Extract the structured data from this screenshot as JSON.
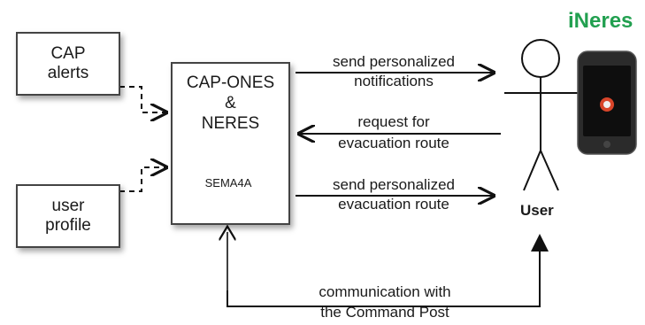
{
  "diagram": {
    "cap_alerts": {
      "line1": "CAP",
      "line2": "alerts"
    },
    "user_profile": {
      "line1": "user",
      "line2": "profile"
    },
    "center": {
      "line1": "CAP-ONES",
      "line2": "&",
      "line3": "NERES",
      "database": "SEMA4A"
    },
    "arrows": {
      "notify": {
        "line1": "send personalized",
        "line2": "notifications"
      },
      "request": {
        "line1": "request for",
        "line2": "evacuation route"
      },
      "route": {
        "line1": "send personalized",
        "line2": "evacuation route"
      },
      "command": {
        "line1": "communication with",
        "line2": "the Command Post"
      }
    },
    "app_name": "iNeres",
    "user_label": "User"
  },
  "colors": {
    "app_name": "#22a050",
    "phone_icon": "#d8452a"
  }
}
